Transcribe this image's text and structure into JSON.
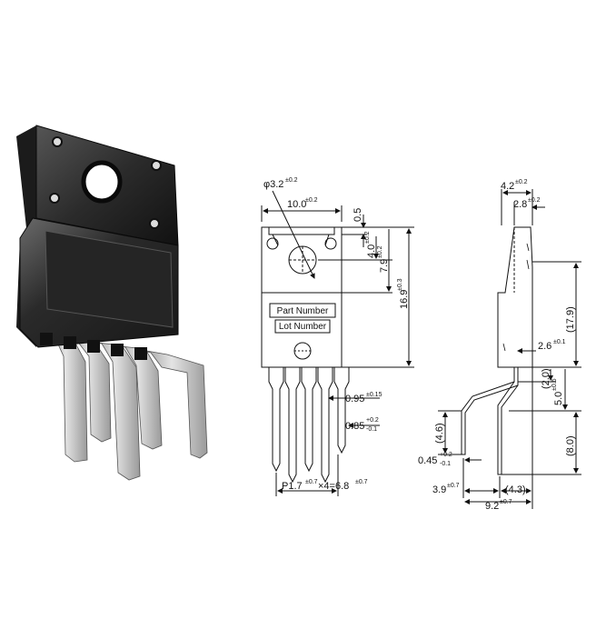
{
  "front_view": {
    "hole_dia": "φ3.2",
    "hole_dia_tol": "±0.2",
    "width": "10.0",
    "width_tol": "±0.2",
    "top_offset": "0.5",
    "hole_center": "4.0",
    "hole_center_tol": "±0.2",
    "tab_height": "7.9",
    "tab_height_tol": "±0.2",
    "body_height": "16.9",
    "body_height_tol": "±0.3",
    "part_number_label": "Part Number",
    "lot_number_label": "Lot Number",
    "lead_width": "0.95",
    "lead_width_tol": "±0.15",
    "lead_width2": "0.85",
    "lead_width2_tol_plus": "+0.2",
    "lead_width2_tol_minus": "-0.1",
    "pitch": "P1.7",
    "pitch_tol": "±0.7",
    "pitch_mult": "×4=6.8",
    "pitch_total_tol": "±0.7"
  },
  "side_view": {
    "thickness": "4.2",
    "thickness_tol": "±0.2",
    "tab_thickness": "2.8",
    "tab_thickness_tol": "±0.2",
    "body_height": "(17.9)",
    "lead_offset": "2.6",
    "lead_offset_tol": "±0.1",
    "bend_height": "(2.0)",
    "bend_total": "5.0",
    "bend_total_tol": "±0.6",
    "lead_length_a": "(4.6)",
    "lead_length_b": "(8.0)",
    "lead_thickness": "0.45",
    "lead_thickness_tol_plus": "+0.2",
    "lead_thickness_tol_minus": "-0.1",
    "foot_a": "3.9",
    "foot_a_tol": "±0.7",
    "foot_b": "(4.3)",
    "foot_c": "9.2",
    "foot_c_tol": "±0.7"
  },
  "colors": {
    "package_body": "#2a2a2a",
    "package_highlight": "#5a5a5a",
    "lead_metal": "#b9b9b9",
    "line": "#111111"
  }
}
